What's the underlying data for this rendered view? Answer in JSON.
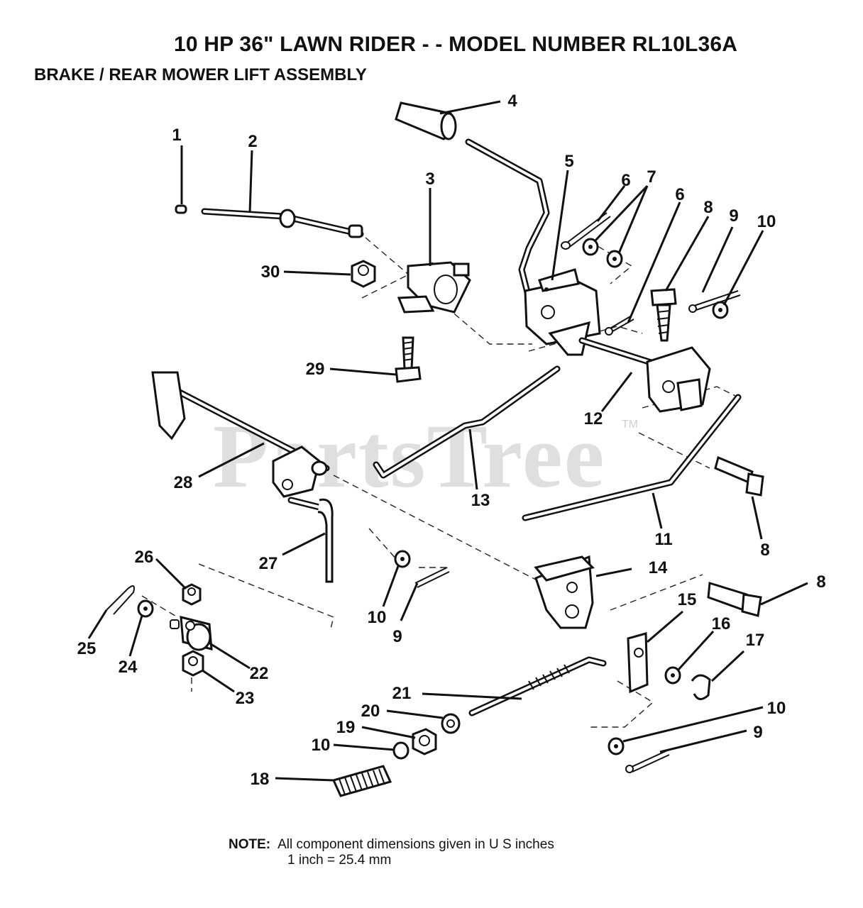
{
  "header": {
    "title": "10 HP 36\" LAWN RIDER - - MODEL NUMBER RL10L36A",
    "subtitle": "BRAKE / REAR MOWER LIFT ASSEMBLY"
  },
  "watermark": {
    "text": "PartsTree",
    "tm": "TM"
  },
  "note": {
    "label": "NOTE:",
    "line1": "All component dimensions given in U S  inches",
    "line2": "1 inch = 25.4 mm"
  },
  "callouts": [
    "1",
    "2",
    "3",
    "4",
    "5",
    "6",
    "7",
    "6",
    "8",
    "9",
    "10",
    "30",
    "29",
    "12",
    "28",
    "13",
    "11",
    "8",
    "27",
    "26",
    "10",
    "9",
    "14",
    "8",
    "25",
    "24",
    "22",
    "23",
    "15",
    "16",
    "17",
    "21",
    "20",
    "19",
    "10",
    "18",
    "10",
    "9"
  ]
}
